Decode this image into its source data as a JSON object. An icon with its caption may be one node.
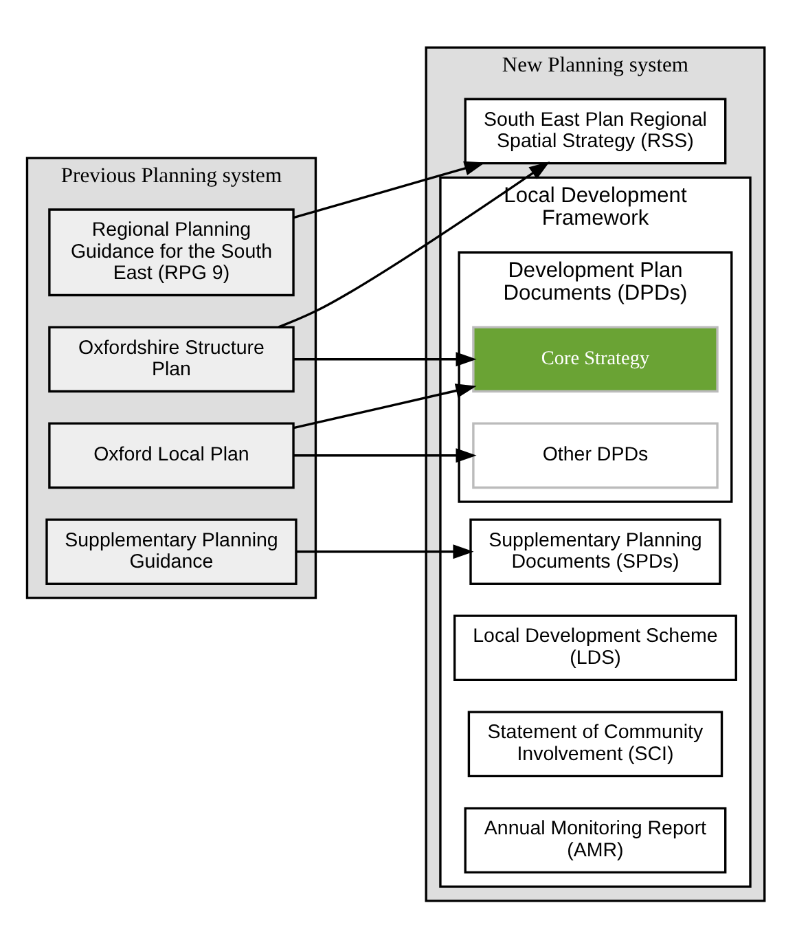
{
  "diagram": {
    "nodes": [
      {
        "text": [
          "Previous Planning system"
        ]
      },
      {
        "text": [
          "Regional Planning Guidance for the South East (RPG 9)"
        ],
        "in": 0
      },
      {
        "text": [
          "Oxfordshire Structure Plan"
        ],
        "in": 0
      },
      {
        "text": [
          "Oxford Local Plan"
        ],
        "in": 0
      },
      {
        "text": [
          "Supplementary Planning Guidance"
        ],
        "in": 0
      },
      {
        "text": [
          "New Planning system"
        ]
      },
      {
        "text": [
          "South East Plan Regional Spatial Strategy (RSS)"
        ],
        "in": 5
      },
      {
        "text": [
          "Local Development Framework"
        ],
        "in": 5
      },
      {
        "text": [
          "Development Plan Documents (DPDs)"
        ],
        "in": 7
      },
      {
        "text": [
          "Core Strategy"
        ],
        "in": 8
      },
      {
        "text": [
          "Other DPDs"
        ],
        "in": 8
      },
      {
        "text": [
          "Supplementary Planning Documents (SPDs)"
        ],
        "in": 7
      },
      {
        "text": [
          "Local Development Scheme (LDS)"
        ],
        "in": 7
      },
      {
        "text": [
          "Statement of Community Involvement (SCI)"
        ],
        "in": 7
      },
      {
        "text": [
          "Annual Monitoring Report  (AMR)"
        ],
        "in": 7
      }
    ],
    "edges": [
      {
        "from": 1,
        "to": 6,
        "arrow": "to"
      },
      {
        "from": 2,
        "to": 6,
        "arrow": "to"
      },
      {
        "from": 2,
        "to": 9,
        "arrow": "to"
      },
      {
        "from": 3,
        "to": 9,
        "arrow": "to"
      },
      {
        "from": 3,
        "to": 10,
        "arrow": "to"
      },
      {
        "from": 4,
        "to": 11,
        "arrow": "to"
      }
    ]
  }
}
